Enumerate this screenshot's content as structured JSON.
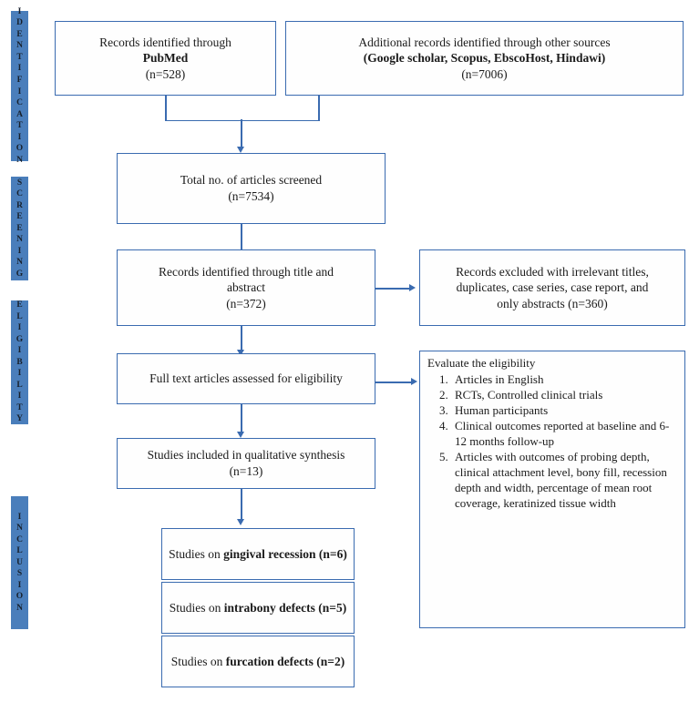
{
  "diagram": {
    "title": "PRISMA study selection flow diagram",
    "colors": {
      "stage_bar": "#4A7EBB",
      "box_border": "#3A6BB0",
      "connector": "#3A6BB0",
      "background": "#ffffff",
      "text": "#1a1a1a"
    }
  },
  "stages": [
    {
      "id": "identification",
      "label": "IDENTIFICATION",
      "letters": [
        "I",
        "D",
        "E",
        "N",
        "T",
        "I",
        "F",
        "I",
        "C",
        "A",
        "T",
        "I",
        "O",
        "N"
      ]
    },
    {
      "id": "screening",
      "label": "SCREENING",
      "letters": [
        "S",
        "C",
        "R",
        "E",
        "E",
        "N",
        "I",
        "N",
        "G"
      ]
    },
    {
      "id": "eligibility",
      "label": "ELIGIBILITY",
      "letters": [
        "E",
        "L",
        "I",
        "G",
        "I",
        "B",
        "I",
        "L",
        "I",
        "T",
        "Y"
      ]
    },
    {
      "id": "inclusion",
      "label": "INCLUSION",
      "letters": [
        "I",
        "N",
        "C",
        "L",
        "U",
        "S",
        "I",
        "O",
        "N"
      ]
    }
  ],
  "boxes": {
    "pubmed": {
      "line1": "Records identified through",
      "line2": "PubMed",
      "line3": "(n=528)",
      "count": 528
    },
    "other_sources": {
      "line1": "Additional records identified through other sources",
      "line2": "(Google scholar, Scopus, EbscoHost, Hindawi)",
      "line3": "(n=7006)",
      "count": 7006,
      "sources": [
        "Google scholar",
        "Scopus",
        "EbscoHost",
        "Hindawi"
      ]
    },
    "total_screened": {
      "line1": "Total no. of articles screened",
      "line2": "(n=7534)",
      "count": 7534
    },
    "title_abstract": {
      "line1": "Records identified through title and",
      "line2": "abstract",
      "line3": "(n=372)",
      "count": 372
    },
    "excluded": {
      "line1": "Records excluded with irrelevant titles,",
      "line2": "duplicates, case series, case report, and",
      "line3": "only abstracts (n=360)",
      "count": 360
    },
    "full_text": {
      "line1": "Full text articles  assessed for eligibility"
    },
    "qualitative": {
      "line1": "Studies included in qualitative synthesis",
      "line2": "(n=13)",
      "count": 13
    },
    "eligibility_criteria": {
      "title": "Evaluate the eligibility",
      "items": [
        "Articles in English",
        "RCTs, Controlled clinical trials",
        "Human participants",
        "Clinical outcomes reported at baseline and 6-12 months follow-up",
        "Articles with outcomes of probing depth, clinical attachment level, bony fill, recession depth and width, percentage of mean root coverage, keratinized tissue width"
      ]
    },
    "gingival": {
      "prefix": "Studies on ",
      "emphasis": "gingival recession",
      "suffix": " (n=6)",
      "count": 6
    },
    "intrabony": {
      "prefix": "Studies on ",
      "emphasis": "intrabony defects",
      "suffix": " (n=5)",
      "count": 5
    },
    "furcation": {
      "prefix": "Studies on ",
      "emphasis": "furcation defects",
      "suffix": " (n=2)",
      "count": 2
    }
  },
  "chart_data": {
    "type": "diagram",
    "title": "PRISMA flow of study selection",
    "nodes": [
      {
        "id": "pubmed",
        "stage": "Identification",
        "label": "Records identified through PubMed",
        "n": 528
      },
      {
        "id": "other_sources",
        "stage": "Identification",
        "label": "Additional records identified through other sources (Google scholar, Scopus, EbscoHost, Hindawi)",
        "n": 7006
      },
      {
        "id": "total_screened",
        "stage": "Screening",
        "label": "Total no. of articles screened",
        "n": 7534
      },
      {
        "id": "title_abstract",
        "stage": "Screening",
        "label": "Records identified through title and abstract",
        "n": 372
      },
      {
        "id": "excluded",
        "stage": "Screening",
        "label": "Records excluded with irrelevant titles, duplicates, case series, case report, and only abstracts",
        "n": 360
      },
      {
        "id": "full_text",
        "stage": "Eligibility",
        "label": "Full text articles assessed for eligibility",
        "n": null
      },
      {
        "id": "eligibility_criteria",
        "stage": "Eligibility",
        "label": "Evaluate the eligibility",
        "n": null
      },
      {
        "id": "qualitative",
        "stage": "Eligibility",
        "label": "Studies included in qualitative synthesis",
        "n": 13
      },
      {
        "id": "gingival",
        "stage": "Inclusion",
        "label": "Studies on gingival recession",
        "n": 6
      },
      {
        "id": "intrabony",
        "stage": "Inclusion",
        "label": "Studies on intrabony defects",
        "n": 5
      },
      {
        "id": "furcation",
        "stage": "Inclusion",
        "label": "Studies on furcation defects",
        "n": 2
      }
    ],
    "edges": [
      {
        "from": "pubmed",
        "to": "total_screened"
      },
      {
        "from": "other_sources",
        "to": "total_screened"
      },
      {
        "from": "total_screened",
        "to": "title_abstract"
      },
      {
        "from": "title_abstract",
        "to": "excluded"
      },
      {
        "from": "title_abstract",
        "to": "full_text"
      },
      {
        "from": "full_text",
        "to": "eligibility_criteria"
      },
      {
        "from": "full_text",
        "to": "qualitative"
      },
      {
        "from": "qualitative",
        "to": "gingival"
      }
    ]
  }
}
